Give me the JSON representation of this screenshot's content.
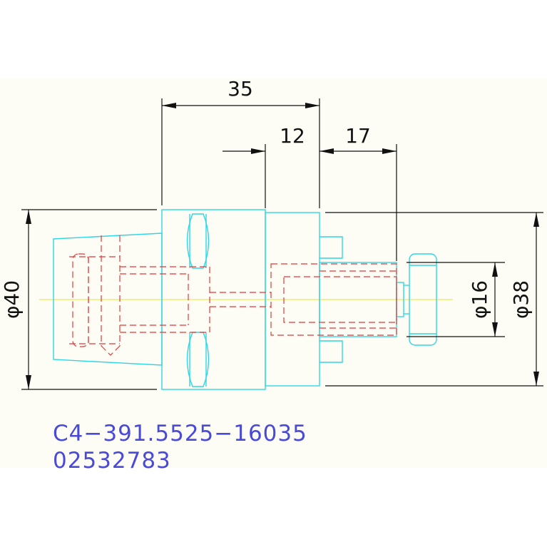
{
  "dimensions": {
    "top_overall": "35",
    "middle": "12",
    "right": "17",
    "left_diameter": "φ40",
    "bore_diameter": "φ16",
    "right_diameter": "φ38"
  },
  "part_code": {
    "line1": "C4−391.5525−16035",
    "line2": "02532783"
  },
  "colors": {
    "background_band": "#fdfdf6",
    "outline": "#2fd6e6",
    "hidden_lines": "#e23a3a",
    "centerline": "#e8e85a",
    "dimension": "#111111",
    "code_text": "#4a4ad8"
  }
}
